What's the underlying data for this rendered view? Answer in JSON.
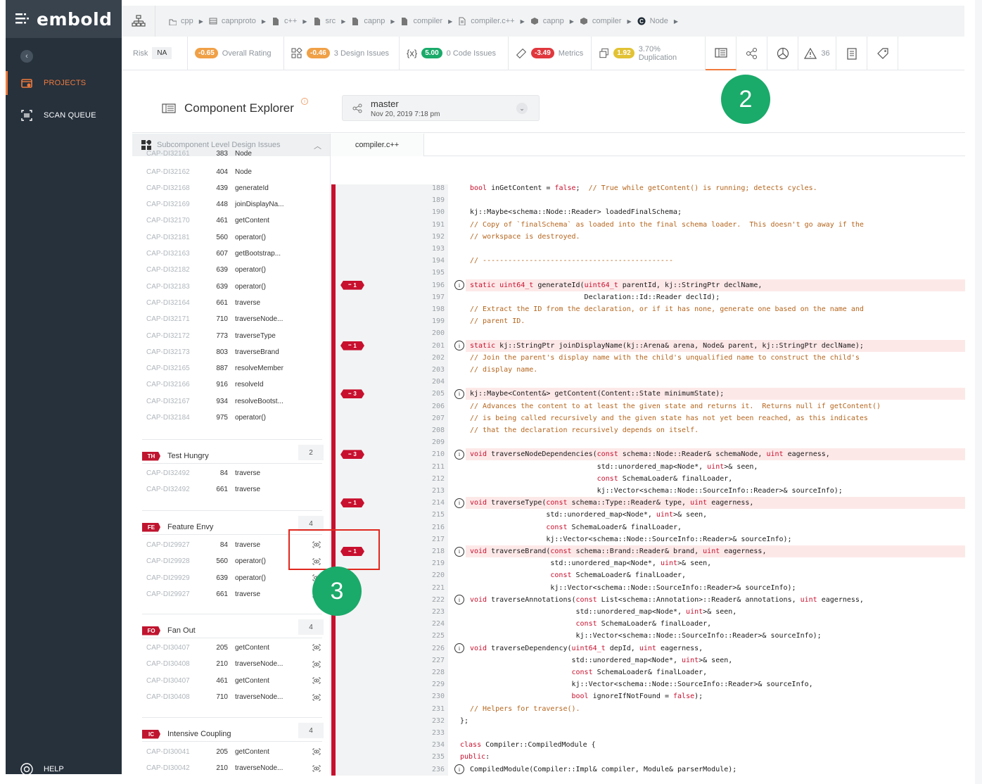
{
  "brand": {
    "name": "embold"
  },
  "sidebar": {
    "items": [
      {
        "label": "PROJECTS",
        "icon": "projects-icon",
        "active": true
      },
      {
        "label": "SCAN QUEUE",
        "icon": "scan-queue-icon",
        "active": false
      }
    ],
    "help_label": "HELP"
  },
  "breadcrumb": [
    {
      "label": "cpp",
      "icon": "repo-icon"
    },
    {
      "label": "capnproto",
      "icon": "server-icon"
    },
    {
      "label": "c++",
      "icon": "folder-icon"
    },
    {
      "label": "src",
      "icon": "folder-icon"
    },
    {
      "label": "capnp",
      "icon": "folder-icon"
    },
    {
      "label": "compiler",
      "icon": "folder-icon"
    },
    {
      "label": "compiler.c++",
      "icon": "file-icon"
    },
    {
      "label": "capnp",
      "icon": "package-icon"
    },
    {
      "label": "compiler",
      "icon": "package-icon"
    },
    {
      "label": "Node",
      "icon": "class-icon"
    }
  ],
  "metrics": {
    "risk_label": "Risk",
    "risk_value": "NA",
    "overall_rating": "-0.65",
    "overall_label": "Overall Rating",
    "design_value": "-0.46",
    "design_label": "3 Design Issues",
    "code_value": "5.00",
    "code_label": "0 Code Issues",
    "metrics_value": "-3.49",
    "metrics_label": "Metrics",
    "dup_value": "1.92",
    "dup_label": "3.70% Duplication",
    "issues_count": "36",
    "colors": {
      "orange": "#f0a046",
      "green": "#1aaa6a",
      "red": "#e0383e",
      "yellow": "#e2c234"
    }
  },
  "page": {
    "title": "Component Explorer",
    "branch": "master",
    "branch_date": "Nov 20, 2019   7:18 pm"
  },
  "issues_panel": {
    "header": "Subcomponent Level Design Issues",
    "partial_top": {
      "id": "CAP-DI32161",
      "line": "383",
      "name": "Node"
    },
    "rows_a": [
      {
        "id": "CAP-DI32162",
        "line": "404",
        "name": "Node"
      },
      {
        "id": "CAP-DI32168",
        "line": "439",
        "name": "generateId"
      },
      {
        "id": "CAP-DI32169",
        "line": "448",
        "name": "joinDisplayNa..."
      },
      {
        "id": "CAP-DI32170",
        "line": "461",
        "name": "getContent"
      },
      {
        "id": "CAP-DI32181",
        "line": "560",
        "name": "operator()"
      },
      {
        "id": "CAP-DI32163",
        "line": "607",
        "name": "getBootstrap..."
      },
      {
        "id": "CAP-DI32182",
        "line": "639",
        "name": "operator()"
      },
      {
        "id": "CAP-DI32183",
        "line": "639",
        "name": "operator()"
      },
      {
        "id": "CAP-DI32164",
        "line": "661",
        "name": "traverse"
      },
      {
        "id": "CAP-DI32171",
        "line": "710",
        "name": "traverseNode..."
      },
      {
        "id": "CAP-DI32172",
        "line": "773",
        "name": "traverseType"
      },
      {
        "id": "CAP-DI32173",
        "line": "803",
        "name": "traverseBrand"
      },
      {
        "id": "CAP-DI32165",
        "line": "887",
        "name": "resolveMember"
      },
      {
        "id": "CAP-DI32166",
        "line": "916",
        "name": "resolveId"
      },
      {
        "id": "CAP-DI32167",
        "line": "934",
        "name": "resolveBootst..."
      },
      {
        "id": "CAP-DI32184",
        "line": "975",
        "name": "operator()"
      }
    ],
    "groups": [
      {
        "tag": "TH",
        "label": "Test Hungry",
        "count": "2",
        "rows": [
          {
            "id": "CAP-DI32492",
            "line": "84",
            "name": "traverse"
          },
          {
            "id": "CAP-DI32492",
            "line": "661",
            "name": "traverse"
          }
        ]
      },
      {
        "tag": "FE",
        "label": "Feature Envy",
        "count": "4",
        "rows": [
          {
            "id": "CAP-DI29927",
            "line": "84",
            "name": "traverse"
          },
          {
            "id": "CAP-DI29928",
            "line": "560",
            "name": "operator()"
          },
          {
            "id": "CAP-DI29929",
            "line": "639",
            "name": "operator()"
          },
          {
            "id": "CAP-DI29927",
            "line": "661",
            "name": "traverse"
          }
        ]
      },
      {
        "tag": "FO",
        "label": "Fan Out",
        "count": "4",
        "rows": [
          {
            "id": "CAP-DI30407",
            "line": "205",
            "name": "getContent"
          },
          {
            "id": "CAP-DI30408",
            "line": "210",
            "name": "traverseNode..."
          },
          {
            "id": "CAP-DI30407",
            "line": "461",
            "name": "getContent"
          },
          {
            "id": "CAP-DI30408",
            "line": "710",
            "name": "traverseNode..."
          }
        ]
      },
      {
        "tag": "IC",
        "label": "Intensive Coupling",
        "count": "4",
        "rows": [
          {
            "id": "CAP-DI30041",
            "line": "205",
            "name": "getContent"
          },
          {
            "id": "CAP-DI30042",
            "line": "210",
            "name": "traverseNode..."
          }
        ]
      }
    ]
  },
  "editor": {
    "tab": "compiler.c++",
    "lines": [
      {
        "n": "188",
        "t": "bool inGetContent = false;  // True while getContent() is running; detects cycles."
      },
      {
        "n": "189",
        "t": ""
      },
      {
        "n": "190",
        "t": "kj::Maybe<schema::Node::Reader> loadedFinalSchema;"
      },
      {
        "n": "191",
        "t": "// Copy of `finalSchema` as loaded into the final schema loader.  This doesn't go away if the"
      },
      {
        "n": "192",
        "t": "// workspace is destroyed."
      },
      {
        "n": "193",
        "t": ""
      },
      {
        "n": "194",
        "t": "// ---------------------------------------------"
      },
      {
        "n": "195",
        "t": ""
      },
      {
        "n": "196",
        "t": "static uint64_t generateId(uint64_t parentId, kj::StringPtr declName,",
        "marker": "1",
        "info": true
      },
      {
        "n": "197",
        "t": "                           Declaration::Id::Reader declId);"
      },
      {
        "n": "198",
        "t": "// Extract the ID from the declaration, or if it has none, generate one based on the name and"
      },
      {
        "n": "199",
        "t": "// parent ID."
      },
      {
        "n": "200",
        "t": ""
      },
      {
        "n": "201",
        "t": "static kj::StringPtr joinDisplayName(kj::Arena& arena, Node& parent, kj::StringPtr declName);",
        "marker": "1",
        "info": true
      },
      {
        "n": "202",
        "t": "// Join the parent's display name with the child's unqualified name to construct the child's"
      },
      {
        "n": "203",
        "t": "// display name."
      },
      {
        "n": "204",
        "t": ""
      },
      {
        "n": "205",
        "t": "kj::Maybe<Content&> getContent(Content::State minimumState);",
        "marker": "3",
        "info": true
      },
      {
        "n": "206",
        "t": "// Advances the content to at least the given state and returns it.  Returns null if getContent()"
      },
      {
        "n": "207",
        "t": "// is being called recursively and the given state has not yet been reached, as this indicates"
      },
      {
        "n": "208",
        "t": "// that the declaration recursively depends on itself."
      },
      {
        "n": "209",
        "t": ""
      },
      {
        "n": "210",
        "t": "void traverseNodeDependencies(const schema::Node::Reader& schemaNode, uint eagerness,",
        "marker": "3",
        "info": true
      },
      {
        "n": "211",
        "t": "                              std::unordered_map<Node*, uint>& seen,"
      },
      {
        "n": "212",
        "t": "                              const SchemaLoader& finalLoader,"
      },
      {
        "n": "213",
        "t": "                              kj::Vector<schema::Node::SourceInfo::Reader>& sourceInfo);"
      },
      {
        "n": "214",
        "t": "void traverseType(const schema::Type::Reader& type, uint eagerness,",
        "marker": "1",
        "info": true
      },
      {
        "n": "215",
        "t": "                  std::unordered_map<Node*, uint>& seen,"
      },
      {
        "n": "216",
        "t": "                  const SchemaLoader& finalLoader,"
      },
      {
        "n": "217",
        "t": "                  kj::Vector<schema::Node::SourceInfo::Reader>& sourceInfo);"
      },
      {
        "n": "218",
        "t": "void traverseBrand(const schema::Brand::Reader& brand, uint eagerness,",
        "marker": "1",
        "info": true
      },
      {
        "n": "219",
        "t": "                   std::unordered_map<Node*, uint>& seen,"
      },
      {
        "n": "220",
        "t": "                   const SchemaLoader& finalLoader,"
      },
      {
        "n": "221",
        "t": "                   kj::Vector<schema::Node::SourceInfo::Reader>& sourceInfo);"
      },
      {
        "n": "222",
        "t": "void traverseAnnotations(const List<schema::Annotation>::Reader& annotations, uint eagerness,",
        "info": true
      },
      {
        "n": "223",
        "t": "                         std::unordered_map<Node*, uint>& seen,"
      },
      {
        "n": "224",
        "t": "                         const SchemaLoader& finalLoader,"
      },
      {
        "n": "225",
        "t": "                         kj::Vector<schema::Node::SourceInfo::Reader>& sourceInfo);"
      },
      {
        "n": "226",
        "t": "void traverseDependency(uint64_t depId, uint eagerness,",
        "info": true
      },
      {
        "n": "227",
        "t": "                        std::unordered_map<Node*, uint>& seen,"
      },
      {
        "n": "228",
        "t": "                        const SchemaLoader& finalLoader,"
      },
      {
        "n": "229",
        "t": "                        kj::Vector<schema::Node::SourceInfo::Reader>& sourceInfo,"
      },
      {
        "n": "230",
        "t": "                        bool ignoreIfNotFound = false);"
      },
      {
        "n": "231",
        "t": "// Helpers for traverse()."
      },
      {
        "n": "232",
        "t": "};",
        "outdent": true
      },
      {
        "n": "233",
        "t": ""
      },
      {
        "n": "234",
        "t": "class Compiler::CompiledModule {",
        "outdent": true
      },
      {
        "n": "235",
        "t": "public:",
        "outdent": true
      },
      {
        "n": "236",
        "t": "CompiledModule(Compiler::Impl& compiler, Module& parserModule);",
        "info": true
      }
    ]
  },
  "callouts": [
    "2",
    "3"
  ]
}
